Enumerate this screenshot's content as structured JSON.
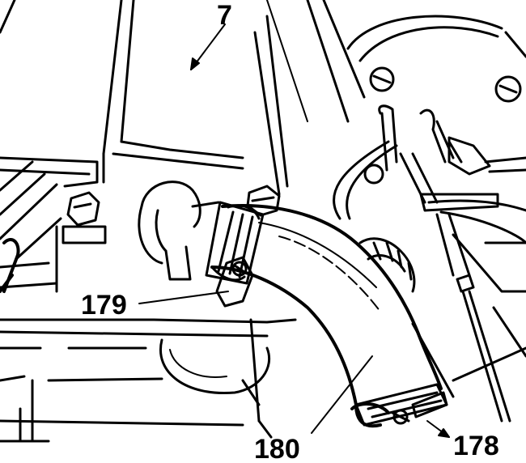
{
  "figure": {
    "callouts": [
      {
        "id": "c7",
        "label": "7"
      },
      {
        "id": "c179",
        "label": "179"
      },
      {
        "id": "c180",
        "label": "180"
      },
      {
        "id": "c178",
        "label": "178"
      }
    ],
    "ink_color": "#000000",
    "paper_color": "#ffffff"
  }
}
